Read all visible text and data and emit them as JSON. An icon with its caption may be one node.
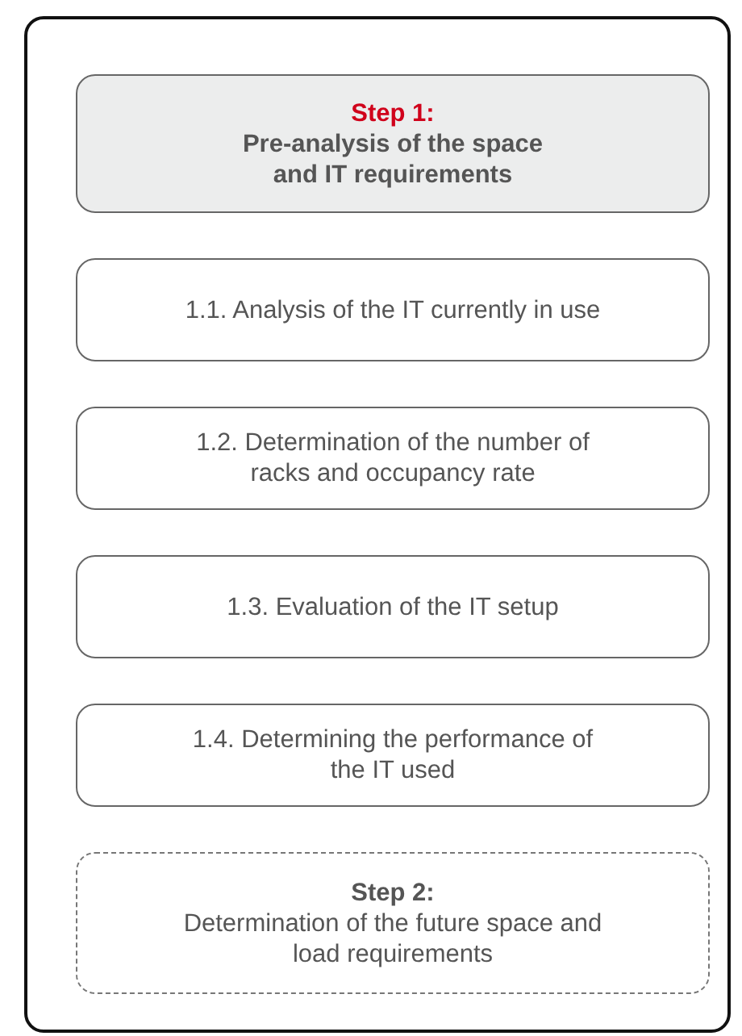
{
  "diagram": {
    "nodes": [
      {
        "text": [],
        "shape": "box"
      },
      {
        "text": [
          "Step 1:",
          "Pre-analysis of the space and IT requirements"
        ],
        "in": 0
      },
      {
        "text": [
          "1.1. Analysis of the IT currently in use"
        ],
        "in": 0
      },
      {
        "text": [
          "1.2. Determination of the number of racks and occupancy rate"
        ],
        "in": 0
      },
      {
        "text": [
          "1.3. Evaluation of the IT setup"
        ],
        "in": 0
      },
      {
        "text": [
          "1.4. Determining the performance of the IT used"
        ],
        "in": 0
      },
      {
        "text": [
          "Step 2:",
          "Determination of the future space and load requirements"
        ],
        "in": 0
      }
    ]
  }
}
